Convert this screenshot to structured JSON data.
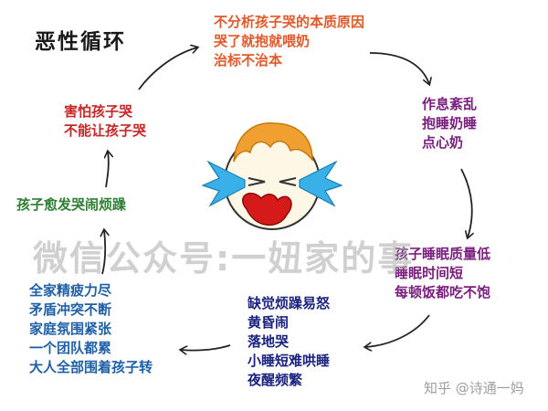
{
  "title": "恶性循环",
  "nodes": {
    "top": [
      "不分析孩子哭的本质原因",
      "哭了就抱就喂奶",
      "治标不治本"
    ],
    "right": [
      "作息紊乱",
      "抱睡奶睡",
      "点心奶"
    ],
    "right2": [
      "孩子睡眠质量低",
      "睡眠时间短",
      "每顿饭都吃不饱"
    ],
    "bottom": [
      "缺觉烦躁易怒",
      "黄昏闹",
      "落地哭",
      "小睡短难哄睡",
      "夜醒频繁"
    ],
    "left": [
      "全家精疲力尽",
      "矛盾冲突不断",
      "家庭氛围紧张",
      "一个团队都累",
      "大人全部围着孩子转"
    ],
    "mid": [
      "孩子愈发哭闹烦躁"
    ],
    "upper": [
      "害怕孩子哭",
      "不能让孩子哭"
    ]
  },
  "watermark": "微信公众号:一妞家的事",
  "credit": "知乎 @诗通一妈",
  "colors": {
    "top": "#e0592a",
    "right": "#7a1e7e",
    "bottom": "#1a237e",
    "left": "#1f5fa6",
    "mid": "#2e7d32",
    "upper": "#c62828",
    "hair": "#f0a030",
    "tears": "#3ab0e8",
    "mouth": "#d61a1a"
  }
}
